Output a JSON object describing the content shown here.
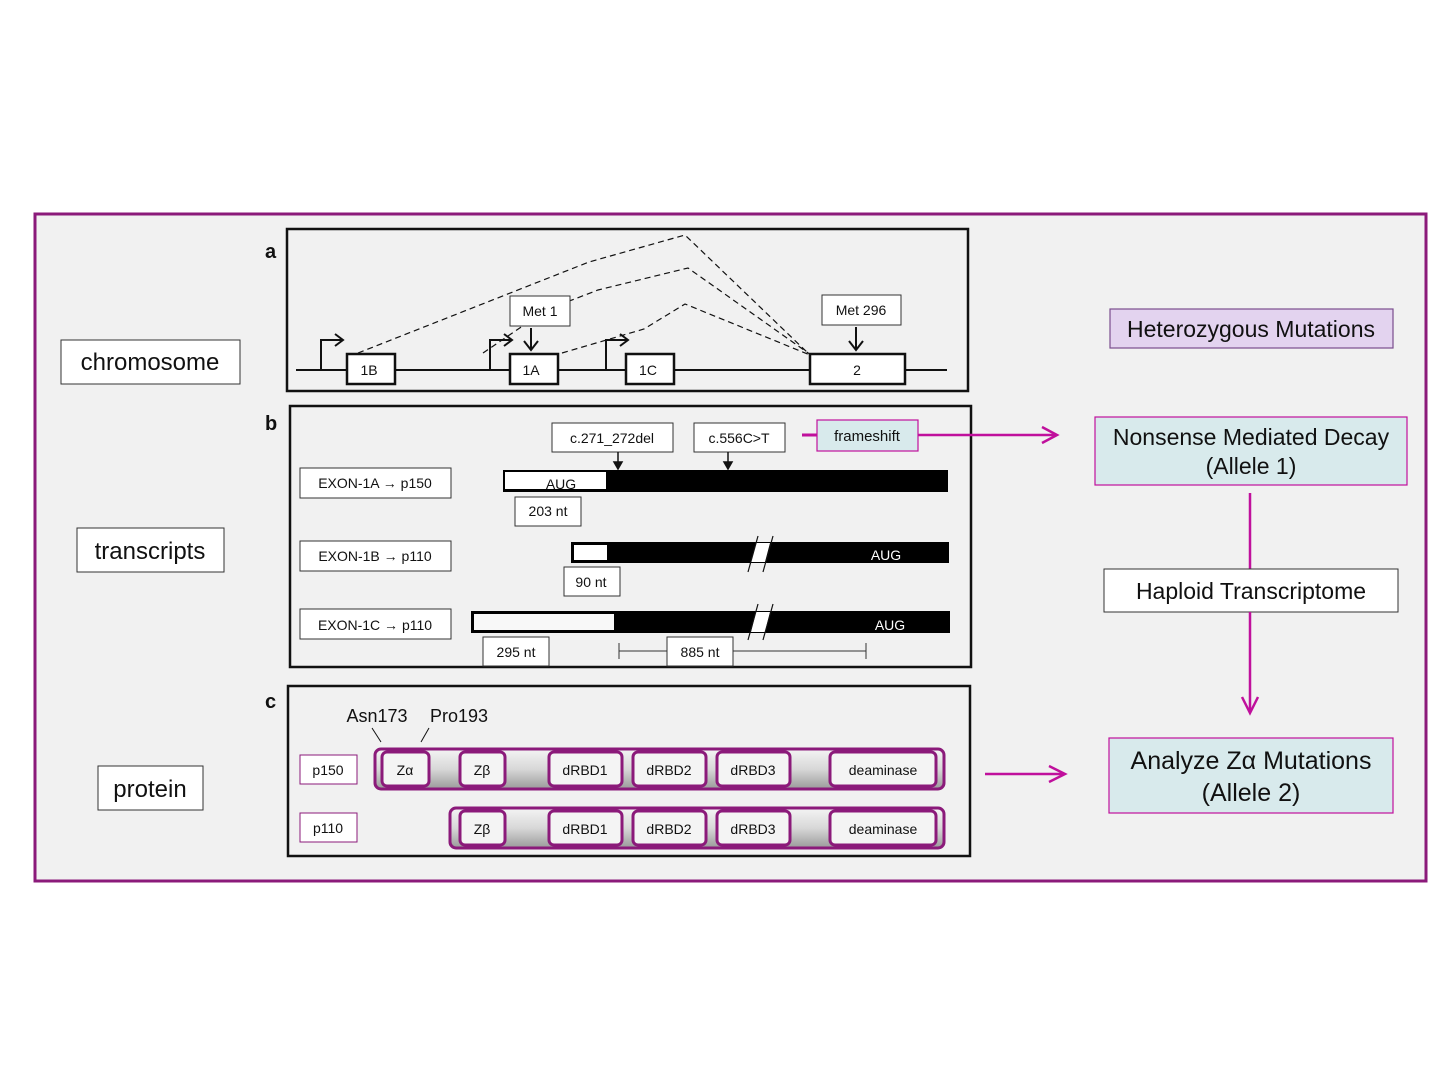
{
  "colors": {
    "frame": "#8b1a7a",
    "magenta": "#c0109c",
    "background": "#f1f1f1",
    "teal_box": "#d8eaec",
    "lavender_box": "#e3d3ef"
  },
  "row_labels": {
    "chromosome": "chromosome",
    "transcripts": "transcripts",
    "protein": "protein"
  },
  "panel_a": {
    "letter": "a",
    "exons": [
      "1B",
      "1A",
      "1C",
      "2"
    ],
    "met1_label": "Met 1",
    "met296_label": "Met 296"
  },
  "panel_b": {
    "letter": "b",
    "mutation1": "c.271_272del",
    "mutation2": "c.556C>T",
    "frameshift": "frameshift",
    "transcripts": [
      {
        "label": "EXON-1A → p150",
        "utr": "203 nt",
        "aug": "AUG"
      },
      {
        "label": "EXON-1B → p110",
        "utr": "90 nt",
        "aug": "AUG"
      },
      {
        "label": "EXON-1C → p110",
        "utr": "295 nt",
        "aug": "AUG"
      }
    ],
    "span_label": "885 nt"
  },
  "panel_c": {
    "letter": "c",
    "site1": "Asn173",
    "site2": "Pro193",
    "proteins": [
      {
        "label": "p150",
        "domains": [
          "Zα",
          "Zβ",
          "dRBD1",
          "dRBD2",
          "dRBD3",
          "deaminase"
        ]
      },
      {
        "label": "p110",
        "domains": [
          "Zβ",
          "dRBD1",
          "dRBD2",
          "dRBD3",
          "deaminase"
        ]
      }
    ]
  },
  "flow": {
    "heterozygous": "Heterozygous Mutations",
    "nmd_line1": "Nonsense Mediated Decay",
    "nmd_line2": "(Allele 1)",
    "haploid": "Haploid Transcriptome",
    "analyze_line1": "Analyze Zα Mutations",
    "analyze_line2": "(Allele 2)"
  }
}
